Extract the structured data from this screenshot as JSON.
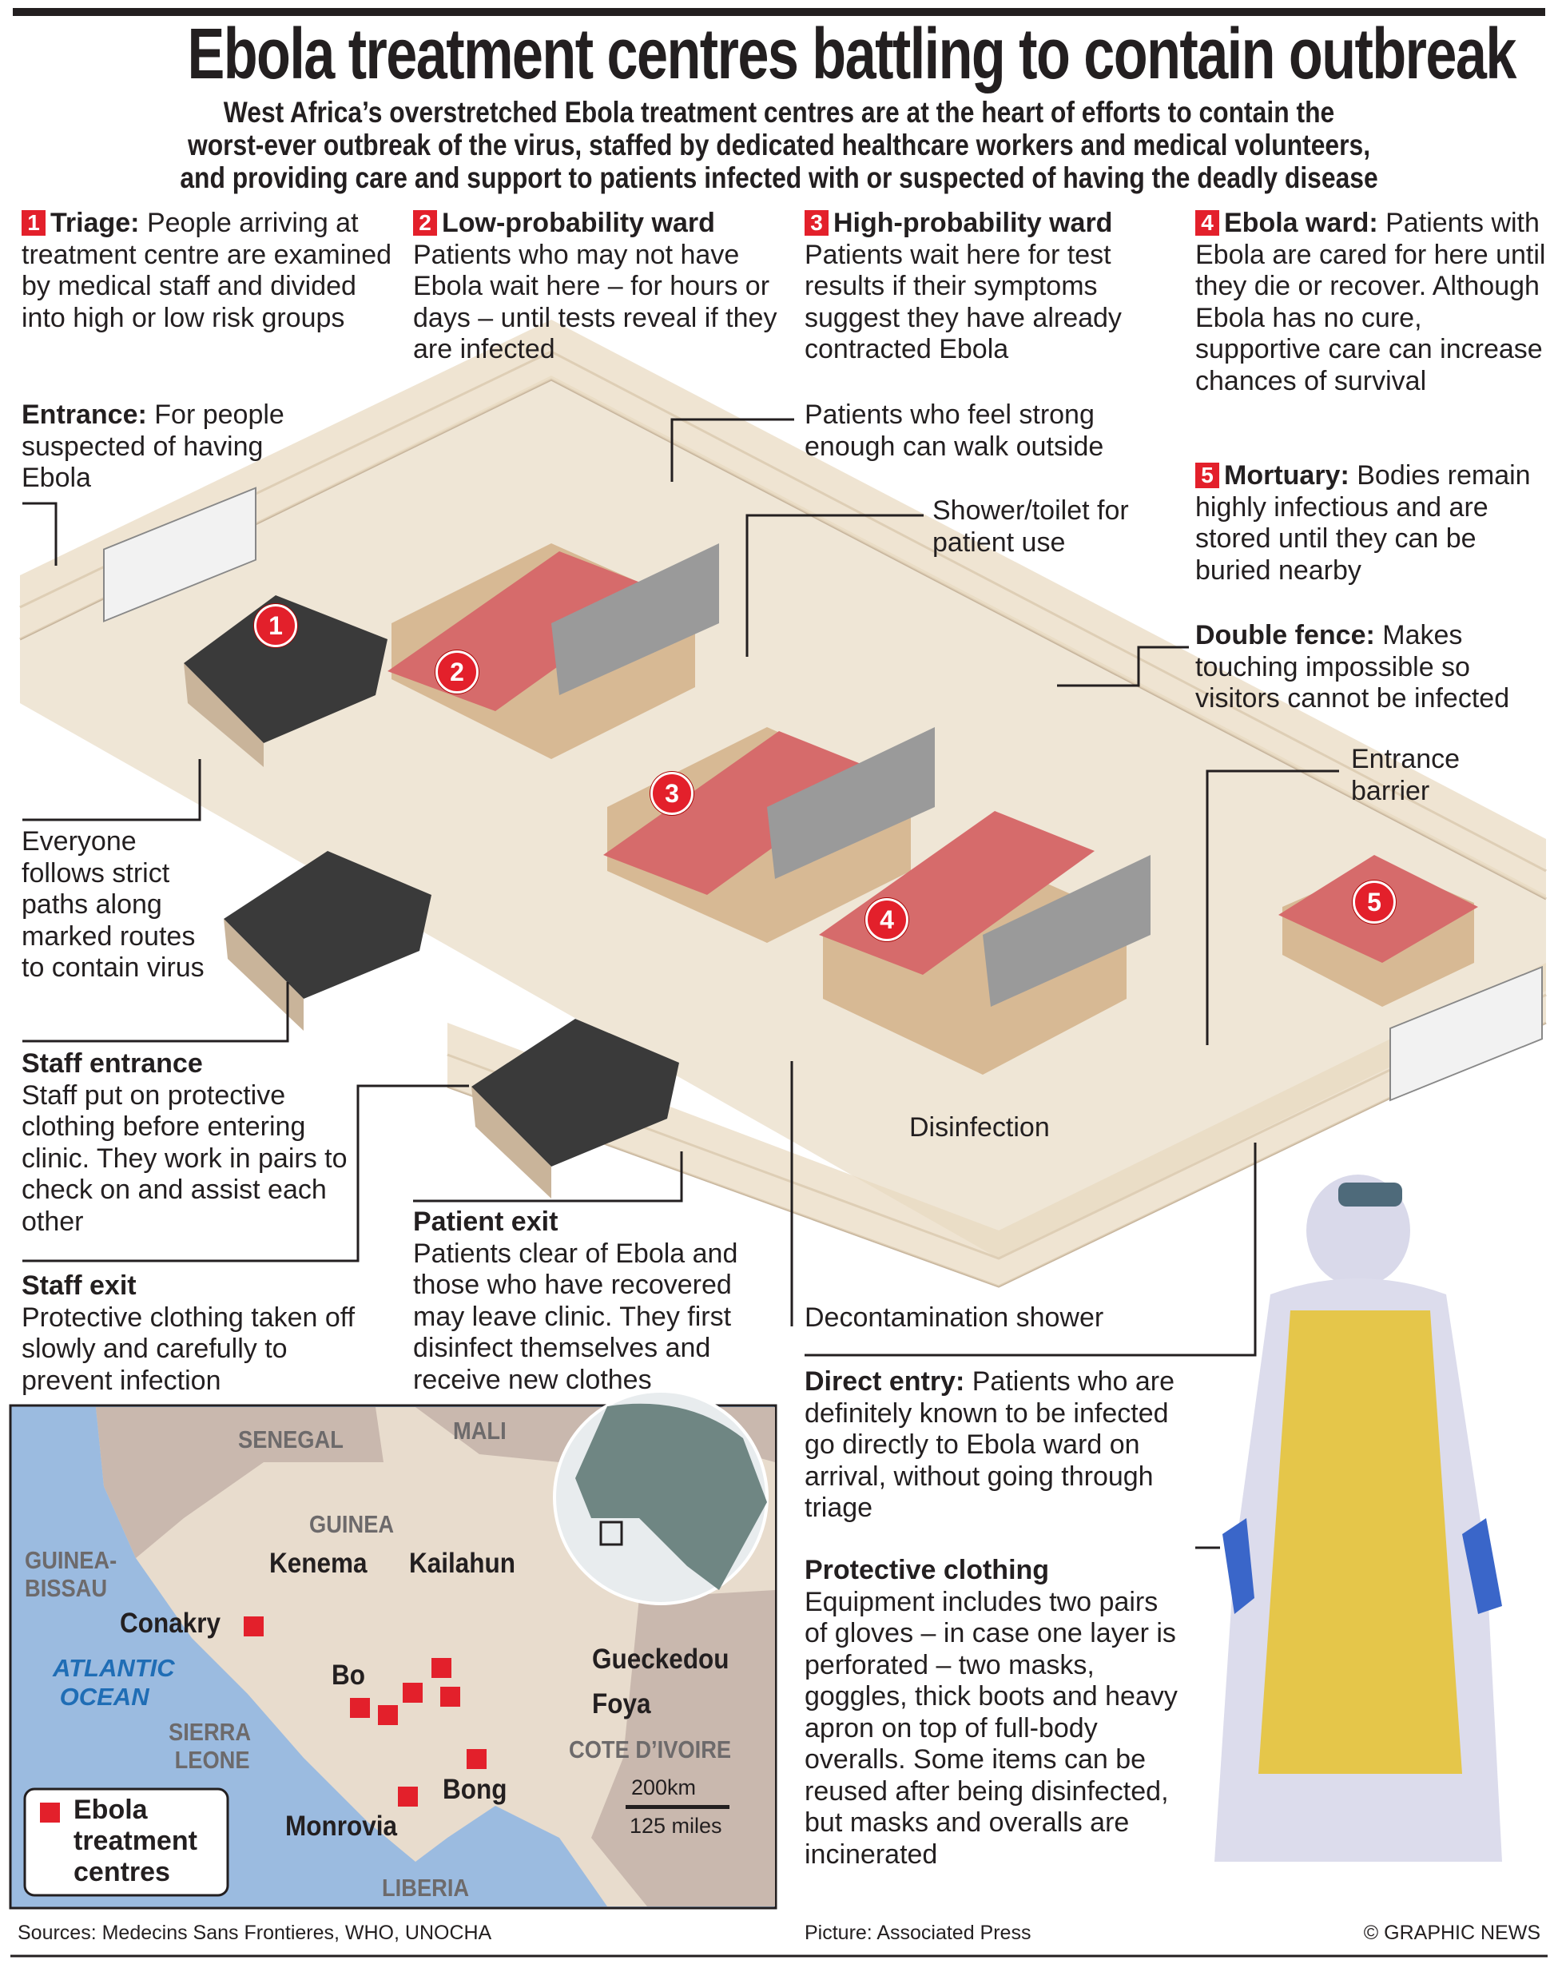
{
  "title": "Ebola treatment centres battling to contain outbreak",
  "subtitle": [
    "West Africa’s overstretched Ebola treatment centres are at the heart of efforts to contain the",
    "worst-ever outbreak of the virus, staffed by dedicated healthcare workers and medical volunteers,",
    "and providing care and support to patients infected with or suspected of having the deadly disease"
  ],
  "sections": {
    "triage": {
      "num": "1",
      "heading": "Triage:",
      "body": "People arriving at treatment centre are examined by medical staff and divided into high or low risk groups"
    },
    "low_prob": {
      "num": "2",
      "heading": "Low-probability ward",
      "body": "Patients who may not have Ebola wait here – for hours or days – until tests reveal if they are infected"
    },
    "high_prob": {
      "num": "3",
      "heading": "High-probability ward",
      "body": "Patients wait here for test results if their symptoms suggest they have already contracted Ebola"
    },
    "ebola_ward": {
      "num": "4",
      "heading": "Ebola ward:",
      "body": "Patients with Ebola are cared for here until they die or recover. Although Ebola has no cure, supportive care can increase chances of survival"
    },
    "mortuary": {
      "num": "5",
      "heading": "Mortuary:",
      "body": "Bodies remain highly infectious and are stored until they can be buried nearby"
    }
  },
  "callouts": {
    "entrance": {
      "heading": "Entrance:",
      "body": "For people suspected of having Ebola"
    },
    "walk_outside": "Patients who feel strong enough can walk outside",
    "shower_toilet": "Shower/toilet for patient use",
    "double_fence": {
      "heading": "Double fence:",
      "body": "Makes touching impossible so visitors cannot be infected"
    },
    "entrance_barrier": "Entrance barrier",
    "paths": "Everyone follows strict paths along marked routes to contain virus",
    "staff_entrance": {
      "heading": "Staff entrance",
      "body": "Staff put on protective clothing before entering clinic. They work in pairs to check on and assist each other"
    },
    "staff_exit": {
      "heading": "Staff exit",
      "body": "Protective clothing taken off slowly and carefully to prevent infection"
    },
    "patient_exit": {
      "heading": "Patient exit",
      "body": "Patients clear of Ebola and those who have recovered may leave clinic. They first disinfect themselves and receive new clothes"
    },
    "disinfection": "Disinfection",
    "decon_shower": "Decontamination shower",
    "direct_entry": {
      "heading": "Direct entry:",
      "body": "Patients who are definitely known to be infected go directly to Ebola ward on arrival, without going through triage"
    },
    "protective_clothing": {
      "heading": "Protective clothing",
      "body": "Equipment includes two pairs of gloves – in case one layer is perforated – two masks, goggles, thick boots and heavy apron on top of full-body overalls. Some items can be reused after being disinfected, but masks and overalls are incinerated"
    }
  },
  "map": {
    "countries": [
      "SENEGAL",
      "MALI",
      "GUINEA",
      "GUINEA-",
      "BISSAU",
      "SIERRA",
      "LEONE",
      "COTE D’IVOIRE",
      "LIBERIA"
    ],
    "ocean": [
      "ATLANTIC",
      "OCEAN"
    ],
    "cities": [
      "Conakry",
      "Kenema",
      "Kailahun",
      "Bo",
      "Gueckedou",
      "Foya",
      "Bong",
      "Monrovia"
    ],
    "scale_km": "200km",
    "scale_miles": "125 miles",
    "legend": [
      "Ebola",
      "treatment",
      "centres"
    ]
  },
  "footer": {
    "sources": "Sources: Medecins Sans Frontieres, WHO, UNOCHA",
    "picture": "Picture: Associated Press",
    "credit": "© GRAPHIC NEWS"
  },
  "colors": {
    "accent": "#e3202b",
    "ocean": "#9bbbe0",
    "land": "#e8dccd",
    "other_land": "#c9b8ae",
    "ground": "#efe6d6"
  }
}
